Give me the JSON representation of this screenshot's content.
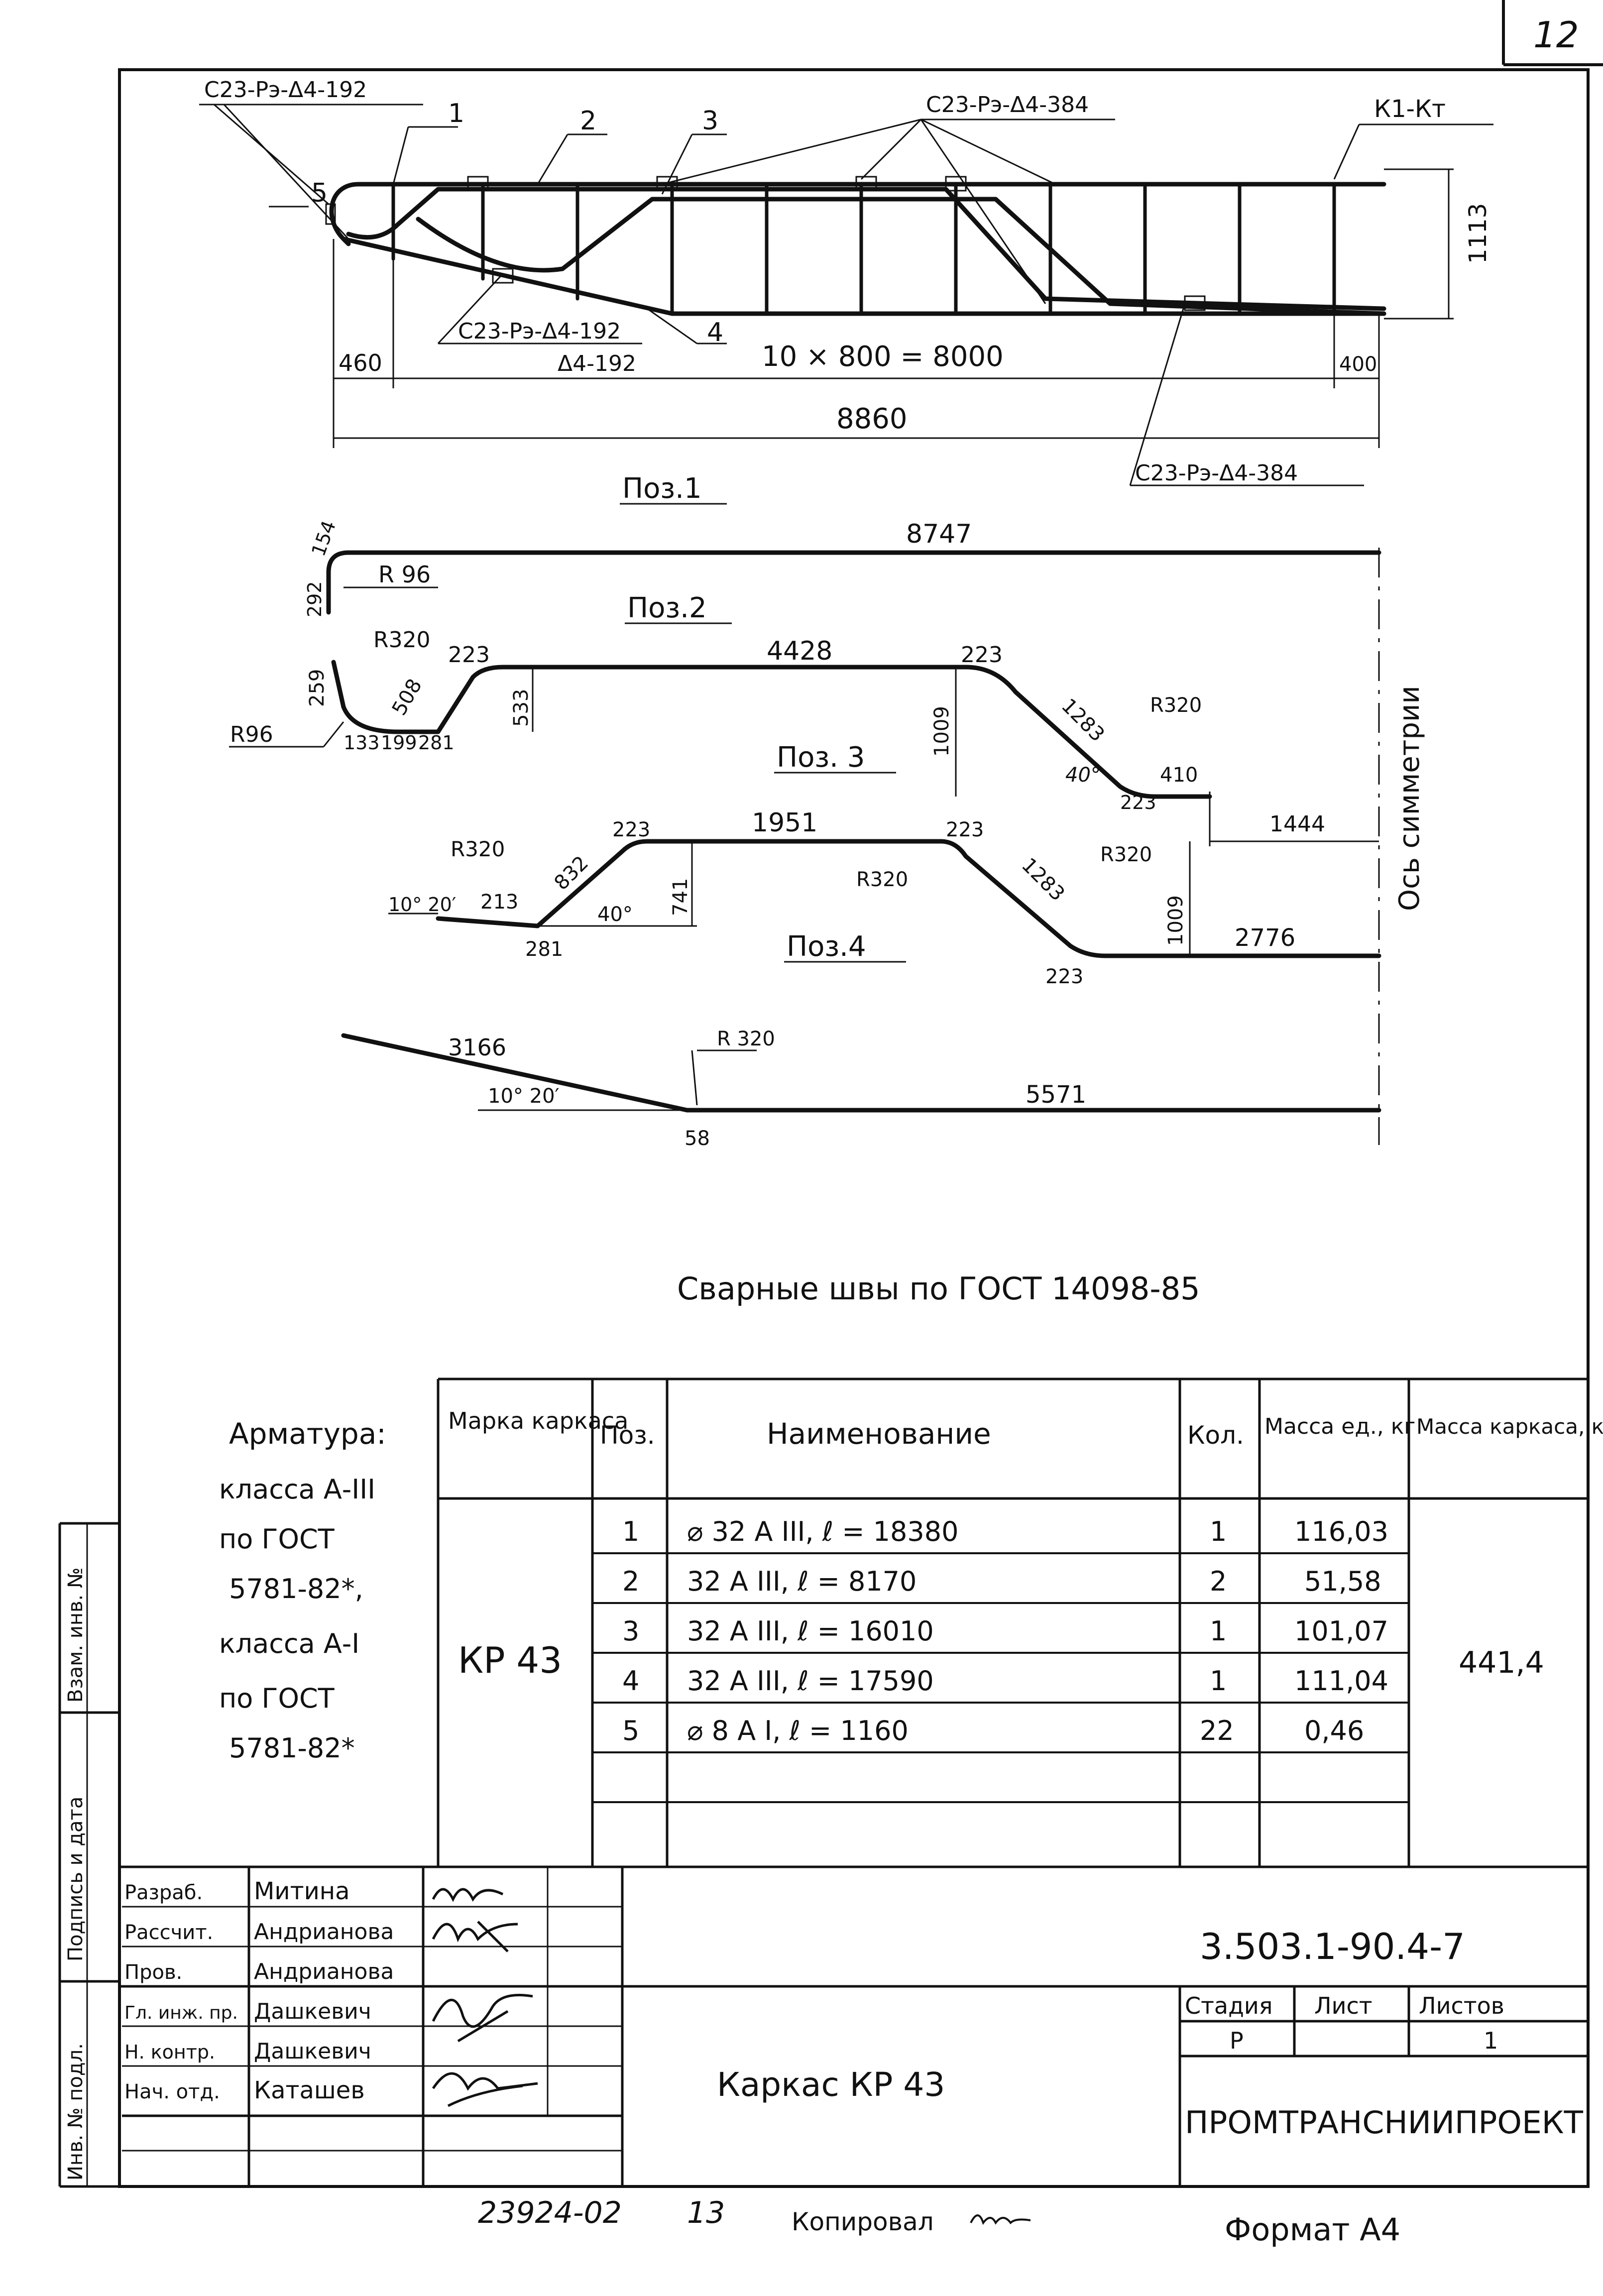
{
  "page_number": "12",
  "drawing": {
    "weld_labels": [
      "С23-Рэ-Δ4-192",
      "С23-Рэ-Δ4-384",
      "С23-Рэ-Δ4-192",
      "Δ4-192",
      "С23-Рэ-Δ4-384"
    ],
    "kt_label": "К1-Кт",
    "position_callouts": [
      "1",
      "2",
      "3",
      "4",
      "5"
    ],
    "height_dim": "1113",
    "dim_left": "460",
    "dim_spacing": "10 × 800 = 8000",
    "dim_right": "400",
    "dim_total": "8860"
  },
  "positions": [
    {
      "title": "Поз.1",
      "dims": [
        "154",
        "292",
        "R 96",
        "8747"
      ]
    },
    {
      "title": "Поз.2",
      "dims": [
        "R320",
        "223",
        "259",
        "508",
        "R96",
        "133",
        "199",
        "281",
        "533",
        "4428",
        "223",
        "1009",
        "1283",
        "R320",
        "40°",
        "410",
        "223",
        "1444"
      ]
    },
    {
      "title": "Поз. 3",
      "dims": [
        "R320",
        "223",
        "1951",
        "223",
        "10° 20′",
        "213",
        "832",
        "40°",
        "741",
        "R320",
        "1283",
        "R320",
        "1009",
        "281",
        "223",
        "2776"
      ]
    },
    {
      "title": "Поз.4",
      "dims": [
        "3166",
        "10° 20′",
        "R 320",
        "5571",
        "58"
      ]
    }
  ],
  "symmetry_axis": "Ось симметрии",
  "welds_note": "Сварные швы по ГОСТ 14098-85",
  "reinforcement_note": [
    "Арматура:",
    "класса А-III",
    "по ГОСТ",
    "5781-82*,",
    "класса А-I",
    "по ГОСТ",
    "5781-82*"
  ],
  "spec_table": {
    "headers": [
      "Марка каркаса",
      "Поз.",
      "Наименование",
      "Кол.",
      "Масса ед., кг",
      "Масса каркаса, кг"
    ],
    "mark": "КР 43",
    "frame_mass": "441,4",
    "rows": [
      {
        "pos": "1",
        "name": "⌀ 32 А III, ℓ = 18380",
        "qty": "1",
        "mass": "116,03"
      },
      {
        "pos": "2",
        "name": "32 А III, ℓ = 8170",
        "qty": "2",
        "mass": "51,58"
      },
      {
        "pos": "3",
        "name": "32 А III, ℓ = 16010",
        "qty": "1",
        "mass": "101,07"
      },
      {
        "pos": "4",
        "name": "32 А III, ℓ = 17590",
        "qty": "1",
        "mass": "111,04"
      },
      {
        "pos": "5",
        "name": "⌀ 8 А I, ℓ = 1160",
        "qty": "22",
        "mass": "0,46"
      }
    ]
  },
  "title_block": {
    "roles": [
      "Разраб.",
      "Рассчит.",
      "Пров.",
      "Гл. инж. пр.",
      "Н. контр.",
      "Нач. отд."
    ],
    "names": [
      "Митина",
      "Андрианова",
      "Андрианова",
      "Дашкевич",
      "Дашкевич",
      "Каташев"
    ],
    "doc_number": "3.503.1-90.4-7",
    "title": "Каркас КР 43",
    "stage_label": "Стадия",
    "sheet_label": "Лист",
    "sheets_label": "Листов",
    "stage": "Р",
    "sheets": "1",
    "org": "ПРОМТРАНСНИИПРОЕКТ"
  },
  "side_stamp": [
    "Инв. № подл.",
    "Подпись и дата",
    "Взам. инв. №"
  ],
  "footer": {
    "code": "23924-02",
    "num": "13",
    "copied": "Копировал",
    "format": "Формат А4"
  }
}
